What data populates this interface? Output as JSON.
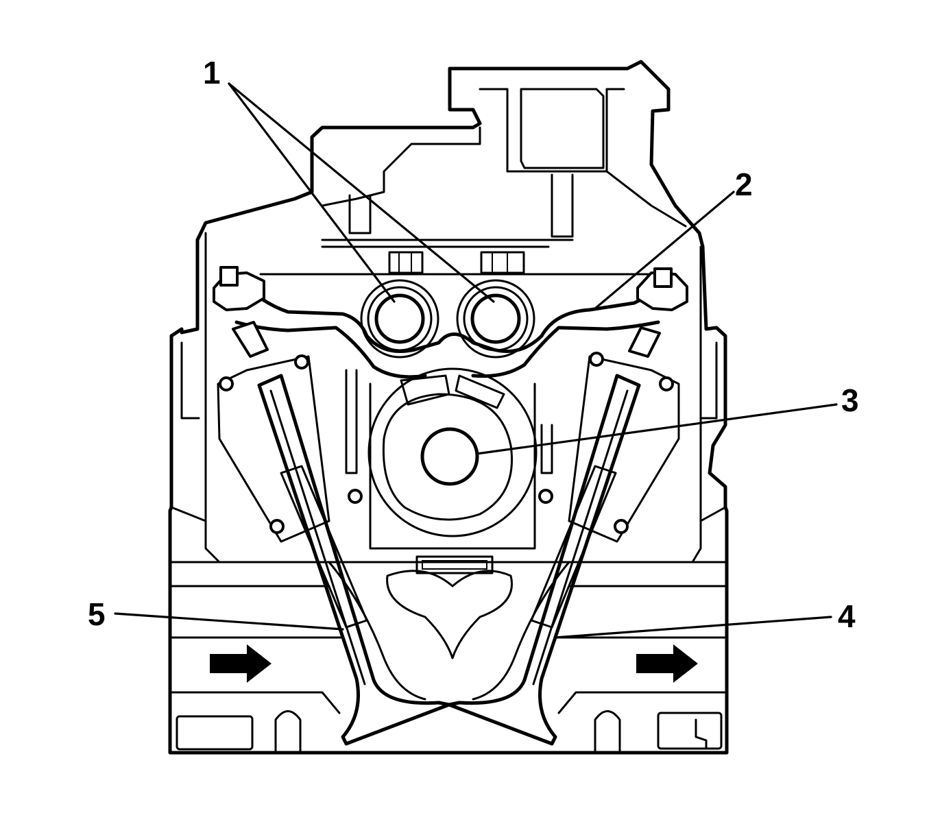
{
  "callouts": [
    {
      "id": "1",
      "label": "1"
    },
    {
      "id": "2",
      "label": "2"
    },
    {
      "id": "3",
      "label": "3"
    },
    {
      "id": "4",
      "label": "4"
    },
    {
      "id": "5",
      "label": "5"
    }
  ],
  "flow_arrows": [
    {
      "name": "intake-flow-arrow",
      "direction": "right"
    },
    {
      "name": "exhaust-flow-arrow",
      "direction": "right"
    }
  ]
}
